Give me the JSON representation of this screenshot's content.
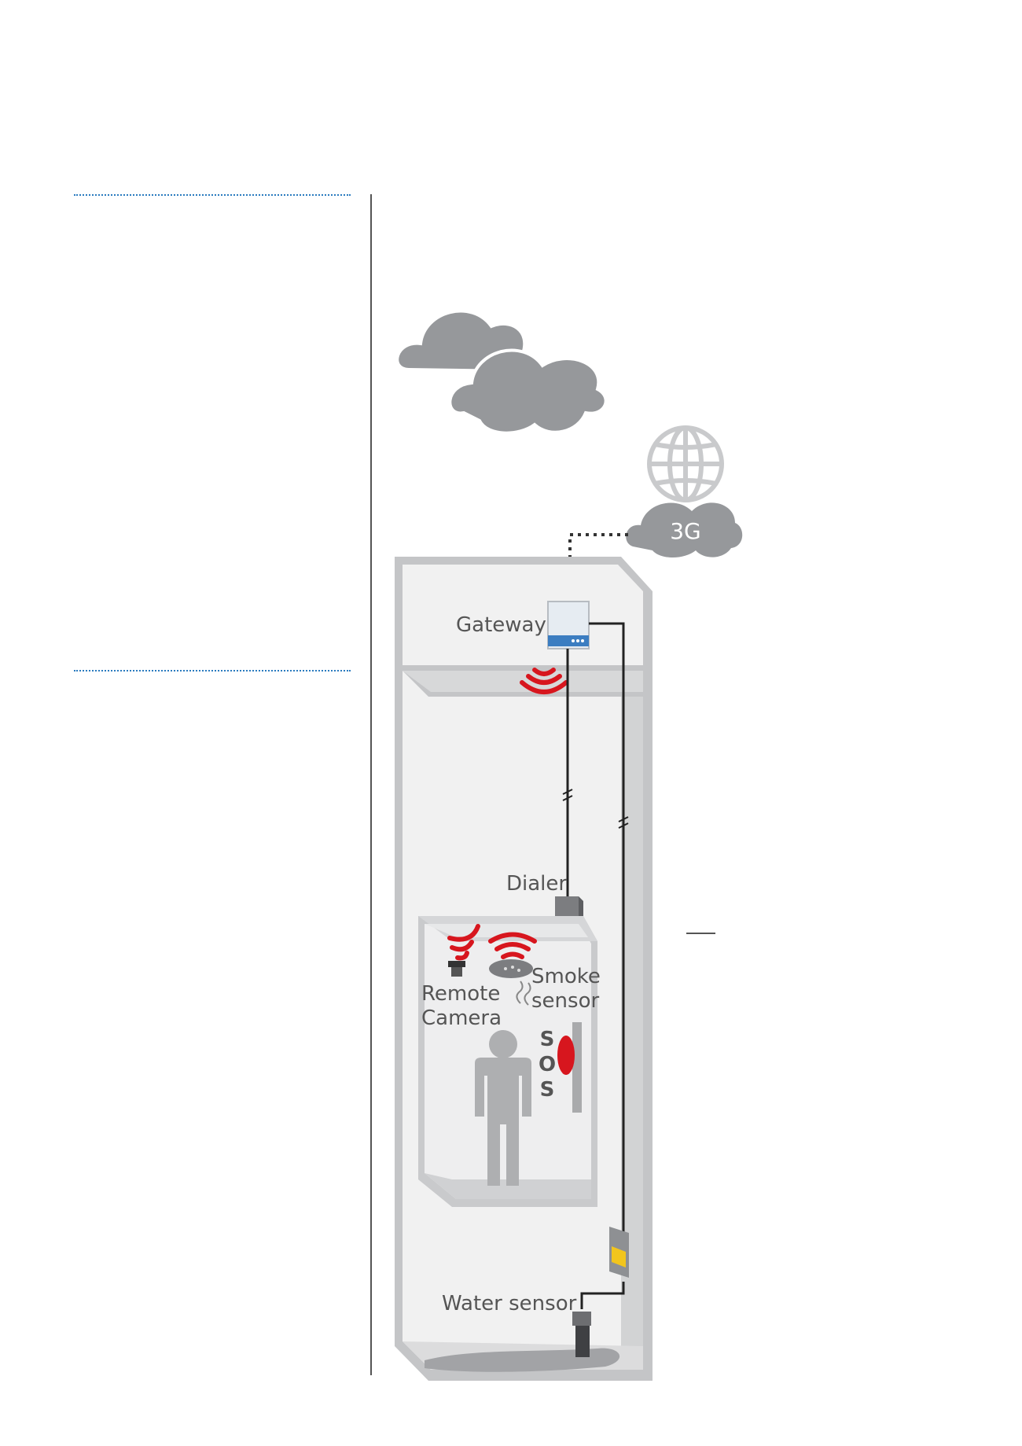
{
  "diagram": {
    "gateway_label": "Gateway",
    "dialer_label": "Dialer",
    "remote_camera_label_1": "Remote",
    "remote_camera_label_2": "Camera",
    "smoke_sensor_label_1": "Smoke",
    "smoke_sensor_label_2": "sensor",
    "water_sensor_label": "Water sensor",
    "network_label": "3G",
    "sos_letters": [
      "S",
      "O",
      "S"
    ]
  },
  "colors": {
    "accent_blue": "#2a7bbf",
    "signal_red": "#d7161e",
    "cloud_gray": "#96989b",
    "shaft_gray": "#c4c5c7",
    "panel_light": "#f1f1f1",
    "sensor_yellow": "#f2c51d"
  }
}
